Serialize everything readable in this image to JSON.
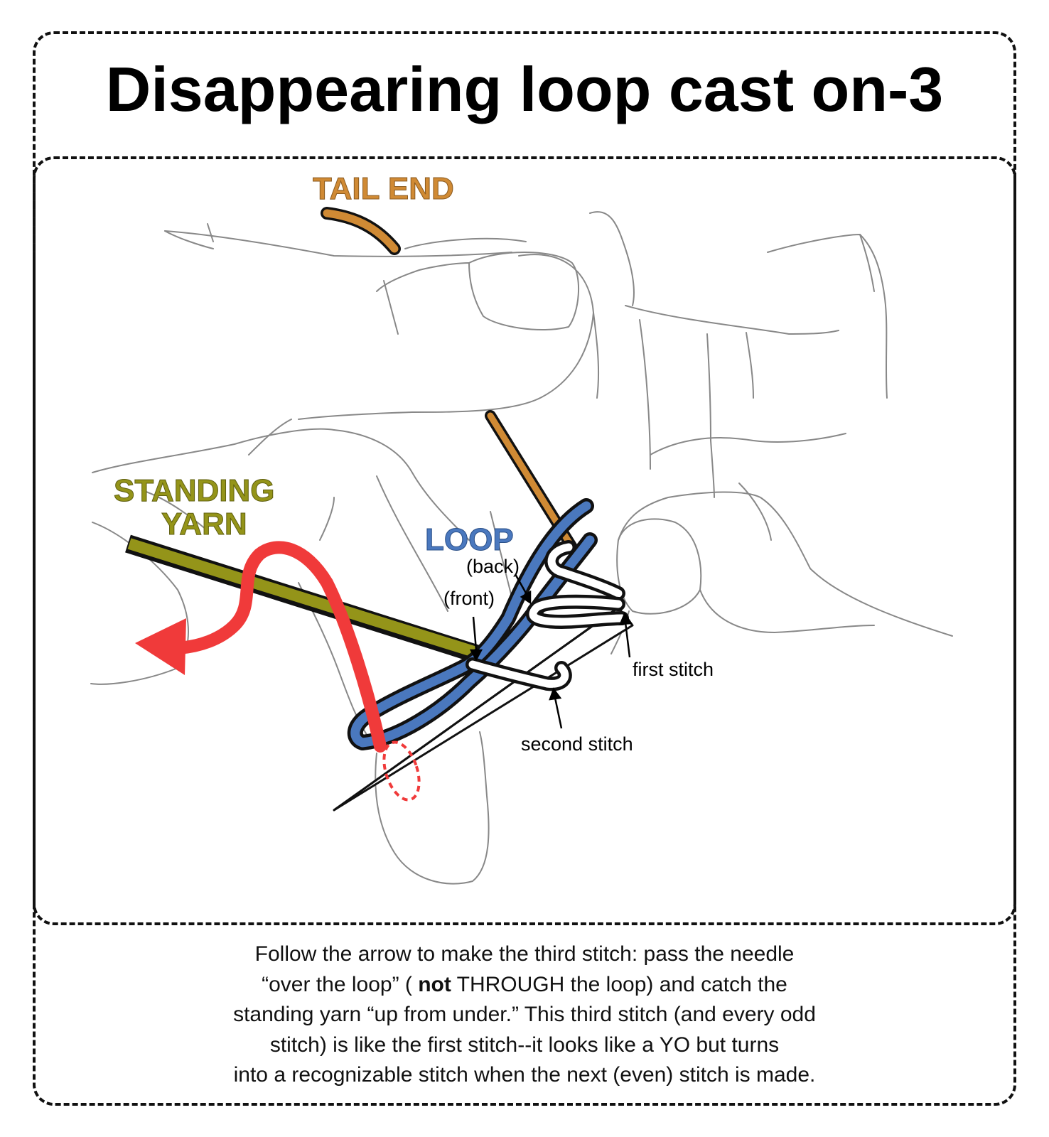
{
  "title": "Disappearing loop cast on-3",
  "labels": {
    "tail_end": "TAIL END",
    "standing_yarn_line1": "STANDING",
    "standing_yarn_line2": "YARN",
    "loop": "LOOP",
    "back": "(back)",
    "front": "(front)",
    "first_stitch": "first stitch",
    "second_stitch": "second stitch"
  },
  "caption": {
    "line1": "Follow the arrow to make the third stitch: pass the needle",
    "line2_pre": "“over the loop” ( ",
    "line2_bold": "not",
    "line2_post": " THROUGH the loop) and catch the",
    "line3": "standing yarn “up from under.” This third stitch (and every odd",
    "line4": "stitch) is like the first stitch--it looks like a YO but turns",
    "line5": "into a recognizable stitch when the next (even) stitch is made."
  },
  "colors": {
    "tail_end": "#D08A34",
    "standing_yarn": "#949419",
    "loop": "#4A78BE",
    "arrow": "#F03A3A",
    "outline": "#111111",
    "hand_line": "#888888"
  }
}
